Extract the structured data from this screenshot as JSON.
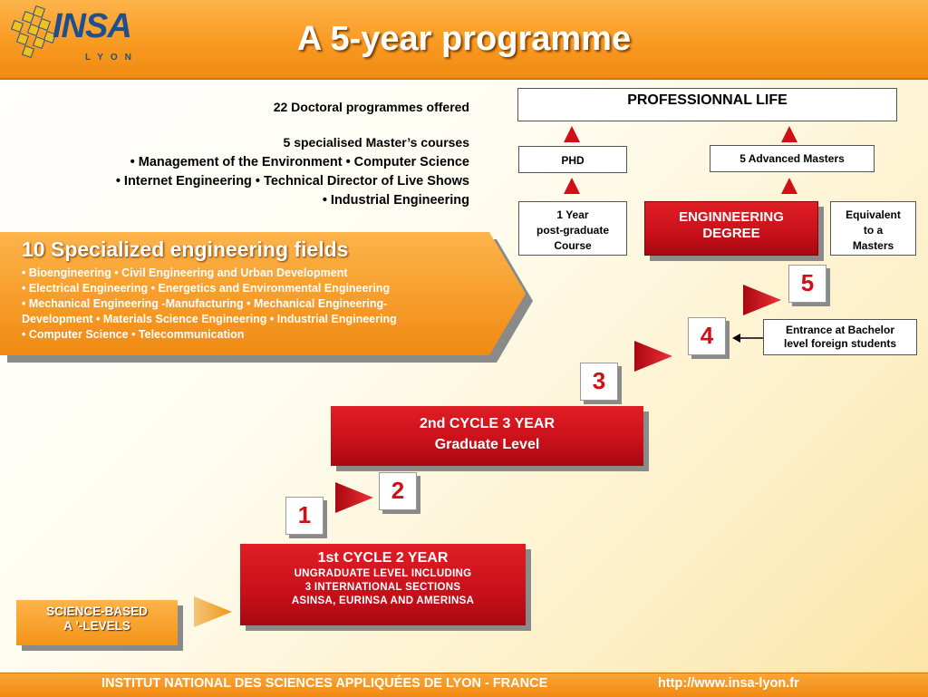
{
  "header": {
    "title": "A 5-year programme",
    "logo_text": "INSA",
    "logo_city": "LYON"
  },
  "doctoral": "22 Doctoral programmes offered",
  "masters": {
    "title": "5 specialised Master’s courses",
    "line1": "• Management of the Environment • Computer Science",
    "line2": "• Internet Engineering • Technical Director of Live Shows",
    "line3": "• Industrial Engineering"
  },
  "fields": {
    "title": "10 Specialized engineering fields",
    "line1": "• Bioengineering • Civil Engineering and Urban Development",
    "line2": "• Electrical Engineering • Energetics and Environmental Engineering",
    "line3": "• Mechanical Engineering -Manufacturing • Mechanical Engineering-",
    "line4": "Development • Materials Science Engineering • Industrial Engineering",
    "line5": "• Computer Science • Telecommunication"
  },
  "boxes": {
    "professional": "PROFESSIONNAL LIFE",
    "phd": "PHD",
    "advanced_masters": "5 Advanced Masters",
    "postgrad_l1": "1 Year",
    "postgrad_l2": "post-graduate",
    "postgrad_l3": "Course",
    "engineering_l1": "ENGINNEERING",
    "engineering_l2": "DEGREE",
    "equiv_l1": "Equivalent",
    "equiv_l2": "to a",
    "equiv_l3": "Masters",
    "entrance_l1": "Entrance at Bachelor",
    "entrance_l2": "level foreign students"
  },
  "cycles": {
    "cycle2_l1": "2nd CYCLE 3 YEAR",
    "cycle2_l2": "Graduate Level",
    "cycle1_l1": "1st CYCLE 2 YEAR",
    "cycle1_l2": "UNGRADUATE LEVEL INCLUDING",
    "cycle1_l3": "3 INTERNATIONAL SECTIONS",
    "cycle1_l4": "ASINSA, EURINSA AND AMERINSA"
  },
  "years": [
    "1",
    "2",
    "3",
    "4",
    "5"
  ],
  "science": {
    "l1": "SCIENCE-BASED",
    "l2": "A ’-LEVELS"
  },
  "footer": {
    "institution": "INSTITUT NATIONAL DES SCIENCES APPLIQUÉES DE LYON - FRANCE",
    "url": "http://www.insa-lyon.fr"
  },
  "colors": {
    "accent_orange": "#f99a22",
    "accent_red": "#c8101a",
    "logo_blue": "#1f4f8c"
  }
}
